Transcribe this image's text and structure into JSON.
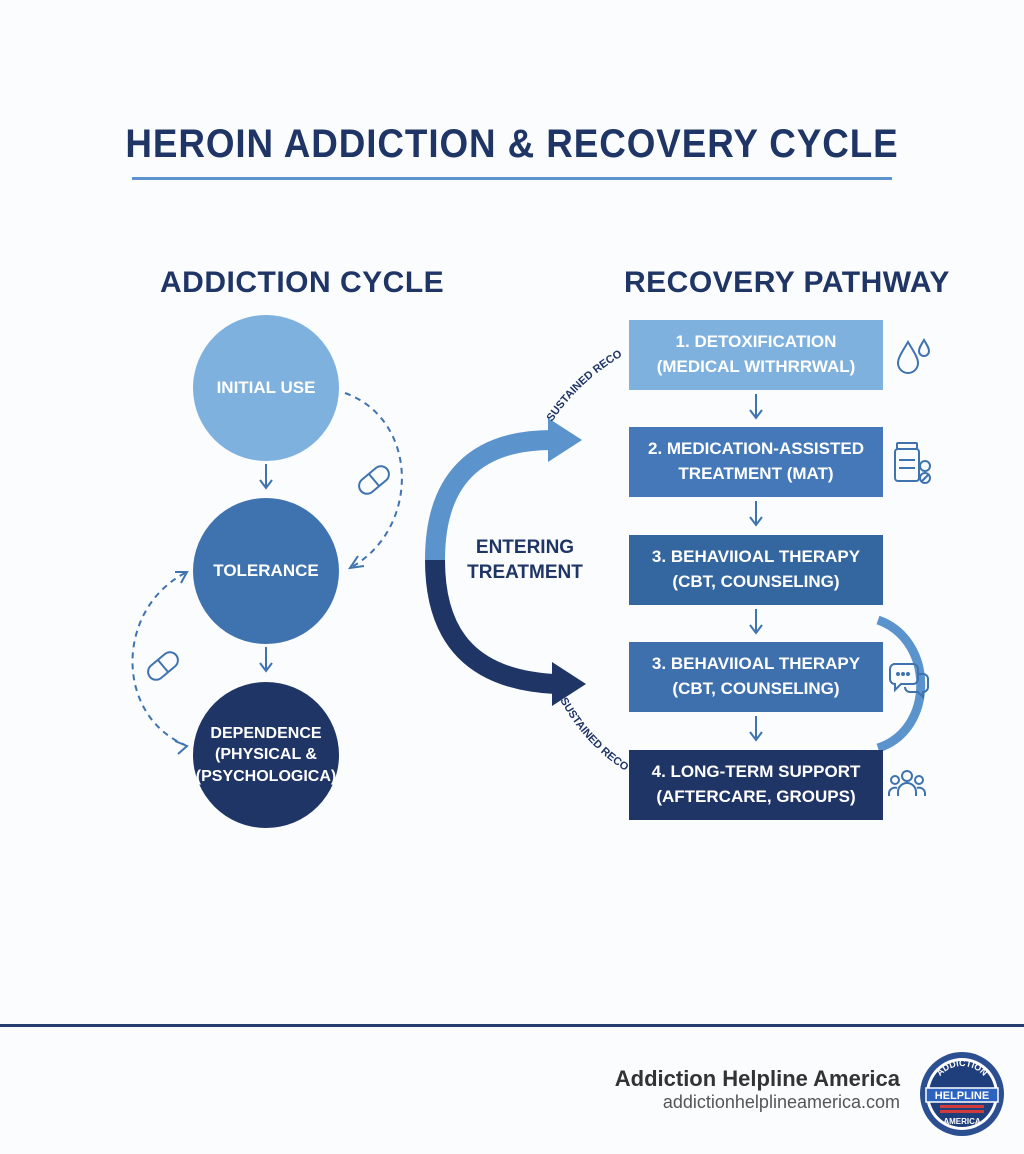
{
  "title": "HEROIN ADDICTION & RECOVERY CYCLE",
  "addiction": {
    "heading": "ADDICTION CYCLE",
    "stages": [
      "INITIAL USE",
      "TOLERANCE",
      "DEPENDENCE (PHYSICAL & (PSYCHOLOGICA)"
    ]
  },
  "recovery": {
    "heading": "RECOVERY PATHWAY",
    "steps": [
      "1.      DETOXIFICATION\n(MEDICAL WITHRRWAL)",
      "2. MEDICATION-ASSISTED\nTREATMENT (MAT)",
      "3. BEHAVIIOAL THERAPY\n(CBT, COUNSELING)",
      "3. BEHAVIIOAL THERAPY\n(CBT, COUNSELING)",
      "4. LONG-TERM SUPPORT\n(AFTERCARE, GROUPS)"
    ],
    "icons": [
      "water-drops-icon",
      "medication-bottle-icon",
      "chat-bubbles-icon",
      "group-people-icon"
    ]
  },
  "center_label": "ENTERING\nTREATMENT",
  "arc_labels": {
    "top": "SUSTAINED RECOVERY",
    "bottom": "SUSTAINED RECOVERY"
  },
  "footer": {
    "brand": "Addiction Helpline America",
    "url": "addictionhelplineamerica.com",
    "logo_text": "ADDICTION HELPLINE AMERICA"
  },
  "colors": {
    "navy": "#1f3566",
    "mid_blue": "#3f73af",
    "light_blue": "#7fb1de",
    "accent": "#5b94cc"
  }
}
